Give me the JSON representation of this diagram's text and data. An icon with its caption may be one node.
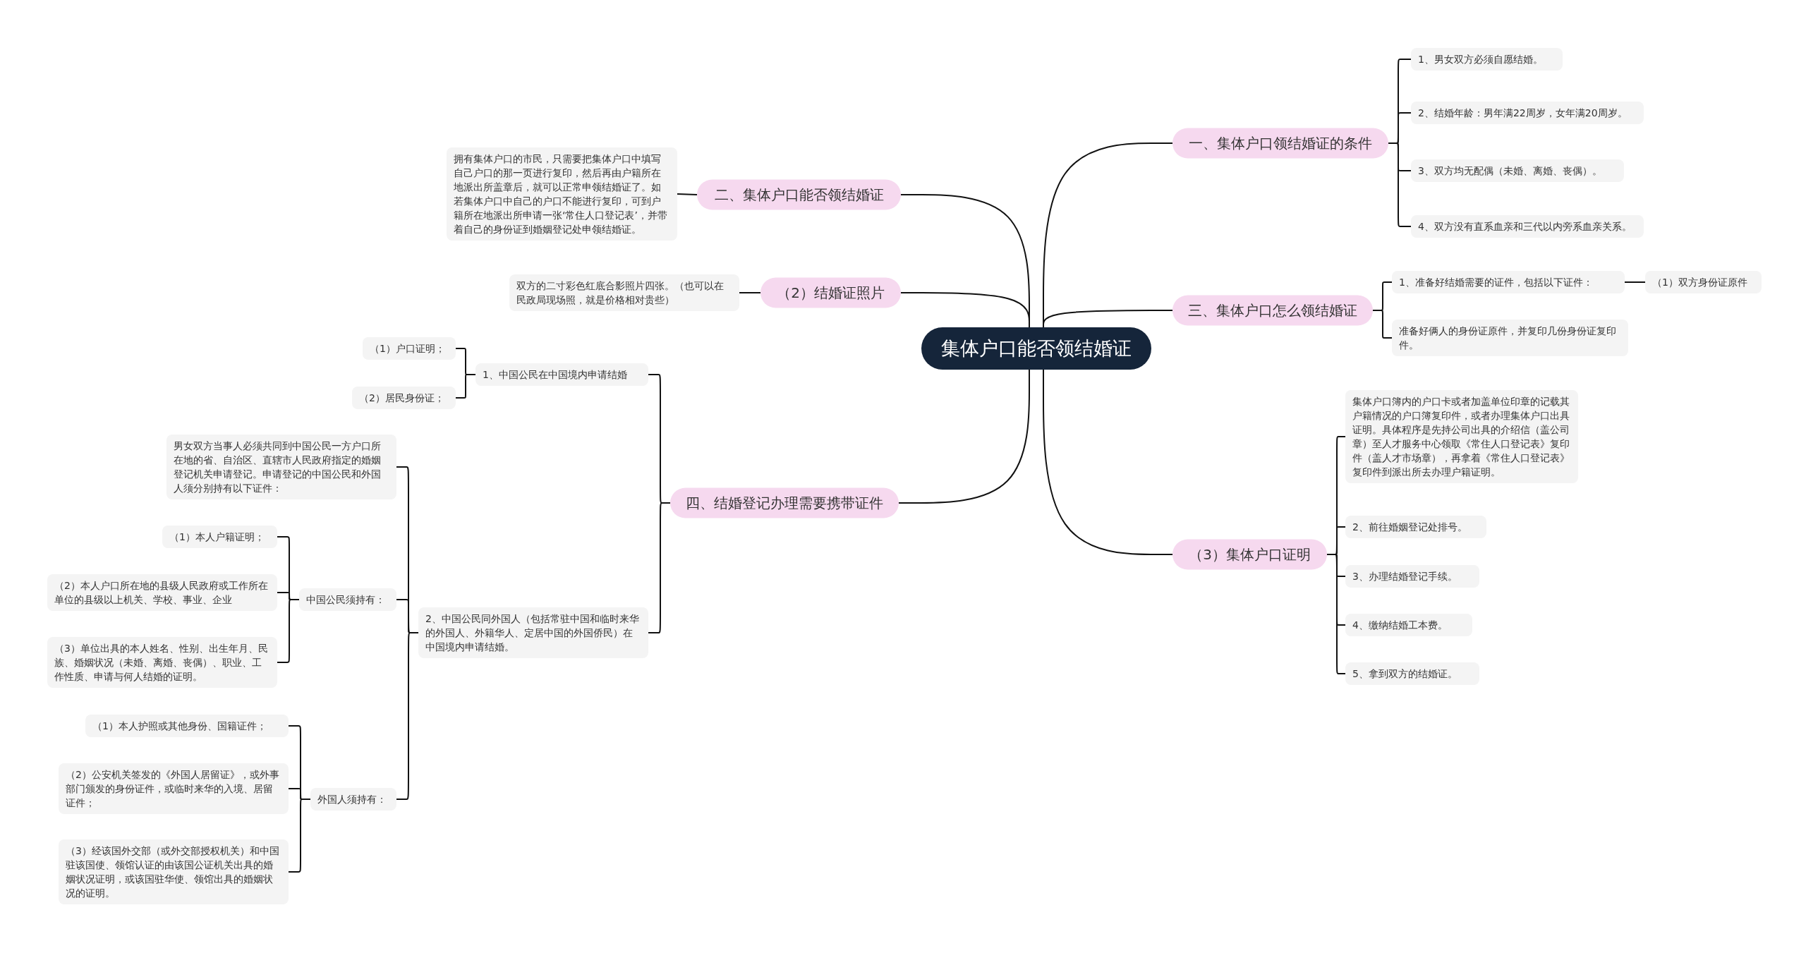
{
  "diagram": {
    "nodes": [
      {
        "text": [
          "集体户口能否领结婚证"
        ]
      },
      {
        "text": [
          "一、集体户口领结婚证的条件"
        ]
      },
      {
        "text": [
          "1、男女双方必须自愿结婚。"
        ]
      },
      {
        "text": [
          "2、结婚年龄：男年满22周岁，女年满20周岁。"
        ]
      },
      {
        "text": [
          "3、双方均无配偶（未婚、离婚、丧偶）。"
        ]
      },
      {
        "text": [
          "4、双方没有直系血亲和三代以内旁系血亲关系。"
        ]
      },
      {
        "text": [
          "三、集体户口怎么领结婚证"
        ]
      },
      {
        "text": [
          "1、准备好结婚需要的证件，包括以下证件："
        ]
      },
      {
        "text": [
          "（1）双方身份证原件"
        ]
      },
      {
        "text": [
          "准备好俩人的身份证原件，并复印几份身份证复印件。"
        ]
      },
      {
        "text": [
          "（3）集体户口证明"
        ]
      },
      {
        "text": [
          "集体户口簿内的户口卡或者加盖单位印章的记载其户籍情况的户口簿复印件，或者办理集体户口出具证明。具体程序是先持公司出具的介绍信（盖公司章）至人才服务中心领取《常住人口登记表》复印件（盖人才市场章），再拿着《常住人口登记表》复印件到派出所去办理户籍证明。"
        ]
      },
      {
        "text": [
          "2、前往婚姻登记处排号。"
        ]
      },
      {
        "text": [
          "3、办理结婚登记手续。"
        ]
      },
      {
        "text": [
          "4、缴纳结婚工本费。"
        ]
      },
      {
        "text": [
          "5、拿到双方的结婚证。"
        ]
      },
      {
        "text": [
          "二、集体户口能否领结婚证"
        ]
      },
      {
        "text": [
          "拥有集体户口的市民，只需要把集体户口中填写自己户口的那一页进行复印，然后再由户籍所在地派出所盖章后，就可以正常申领结婚证了。如若集体户口中自己的户口不能进行复印，可到户籍所在地派出所申请一张‘常住人口登记表’，并带着自己的身份证到婚姻登记处申领结婚证。"
        ]
      },
      {
        "text": [
          "（2）结婚证照片"
        ]
      },
      {
        "text": [
          "双方的二寸彩色红底合影照片四张。（也可以在民政局现场照，就是价格相对贵些）"
        ]
      },
      {
        "text": [
          "四、结婚登记办理需要携带证件"
        ]
      },
      {
        "text": [
          "1、中国公民在中国境内申请结婚"
        ]
      },
      {
        "text": [
          "（1）户口证明；"
        ]
      },
      {
        "text": [
          "（2）居民身份证；"
        ]
      },
      {
        "text": [
          "2、中国公民同外国人（包括常驻中国和临时来华的外国人、外籍华人、定居中国的外国侨民）在中国境内申请结婚。"
        ]
      },
      {
        "text": [
          "男女双方当事人必须共同到中国公民一方户口所在地的省、自治区、直辖市人民政府指定的婚姻登记机关申请登记。申请登记的中国公民和外国人须分别持有以下证件："
        ]
      },
      {
        "text": [
          "中国公民须持有："
        ]
      },
      {
        "text": [
          "（1）本人户籍证明；"
        ]
      },
      {
        "text": [
          "（2）本人户口所在地的县级人民政府或工作所在单位的县级以上机关、学校、事业、企业"
        ]
      },
      {
        "text": [
          "（3）单位出具的本人姓名、性别、出生年月、民族、婚姻状况（未婚、离婚、丧偶）、职业、工作性质、申请与何人结婚的证明。"
        ]
      },
      {
        "text": [
          "外国人须持有："
        ]
      },
      {
        "text": [
          "（1）本人护照或其他身份、国籍证件；"
        ]
      },
      {
        "text": [
          "（2）公安机关签发的《外国人居留证》，或外事部门颁发的身份证件，或临时来华的入境、居留证件；"
        ]
      },
      {
        "text": [
          "（3）经该国外交部（或外交部授权机关）和中国驻该国使、领馆认证的由该国公证机关出具的婚姻状况证明，或该国驻华使、领馆出具的婚姻状况的证明。"
        ]
      }
    ],
    "edges": [
      {
        "from": 0,
        "to": 1,
        "arrow": "none"
      },
      {
        "from": 1,
        "to": 2,
        "arrow": "none"
      },
      {
        "from": 1,
        "to": 3,
        "arrow": "none"
      },
      {
        "from": 1,
        "to": 4,
        "arrow": "none"
      },
      {
        "from": 1,
        "to": 5,
        "arrow": "none"
      },
      {
        "from": 0,
        "to": 6,
        "arrow": "none"
      },
      {
        "from": 6,
        "to": 7,
        "arrow": "none"
      },
      {
        "from": 7,
        "to": 8,
        "arrow": "none"
      },
      {
        "from": 6,
        "to": 9,
        "arrow": "none"
      },
      {
        "from": 0,
        "to": 10,
        "arrow": "none"
      },
      {
        "from": 10,
        "to": 11,
        "arrow": "none"
      },
      {
        "from": 10,
        "to": 12,
        "arrow": "none"
      },
      {
        "from": 10,
        "to": 13,
        "arrow": "none"
      },
      {
        "from": 10,
        "to": 14,
        "arrow": "none"
      },
      {
        "from": 10,
        "to": 15,
        "arrow": "none"
      },
      {
        "from": 0,
        "to": 16,
        "arrow": "none"
      },
      {
        "from": 16,
        "to": 17,
        "arrow": "none"
      },
      {
        "from": 0,
        "to": 18,
        "arrow": "none"
      },
      {
        "from": 18,
        "to": 19,
        "arrow": "none"
      },
      {
        "from": 0,
        "to": 20,
        "arrow": "none"
      },
      {
        "from": 20,
        "to": 21,
        "arrow": "none"
      },
      {
        "from": 21,
        "to": 22,
        "arrow": "none"
      },
      {
        "from": 21,
        "to": 23,
        "arrow": "none"
      },
      {
        "from": 20,
        "to": 24,
        "arrow": "none"
      },
      {
        "from": 24,
        "to": 25,
        "arrow": "none"
      },
      {
        "from": 24,
        "to": 26,
        "arrow": "none"
      },
      {
        "from": 26,
        "to": 27,
        "arrow": "none"
      },
      {
        "from": 26,
        "to": 28,
        "arrow": "none"
      },
      {
        "from": 26,
        "to": 29,
        "arrow": "none"
      },
      {
        "from": 24,
        "to": 30,
        "arrow": "none"
      },
      {
        "from": 30,
        "to": 31,
        "arrow": "none"
      },
      {
        "from": 30,
        "to": 32,
        "arrow": "none"
      },
      {
        "from": 30,
        "to": 33,
        "arrow": "none"
      }
    ]
  }
}
